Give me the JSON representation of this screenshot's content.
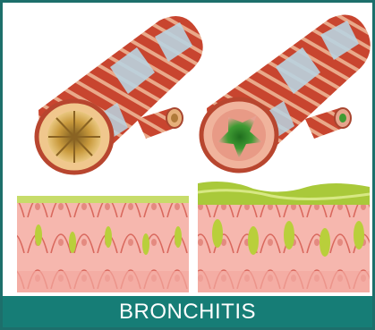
{
  "caption": {
    "text": "BRONCHITIS"
  },
  "colors": {
    "border": "#1d6f6b",
    "caption_bar": "#167d76",
    "caption_text": "#ffffff",
    "bronchus_wall": "#c8452f",
    "cartilage": "#b9d3e0",
    "mucus": "#a9c93a",
    "inflamed_lumen": "#2f8a2b",
    "epithelium": "#f1a7a0"
  },
  "panels": [
    {
      "name": "healthy-bronchus"
    },
    {
      "name": "inflamed-bronchus"
    }
  ]
}
